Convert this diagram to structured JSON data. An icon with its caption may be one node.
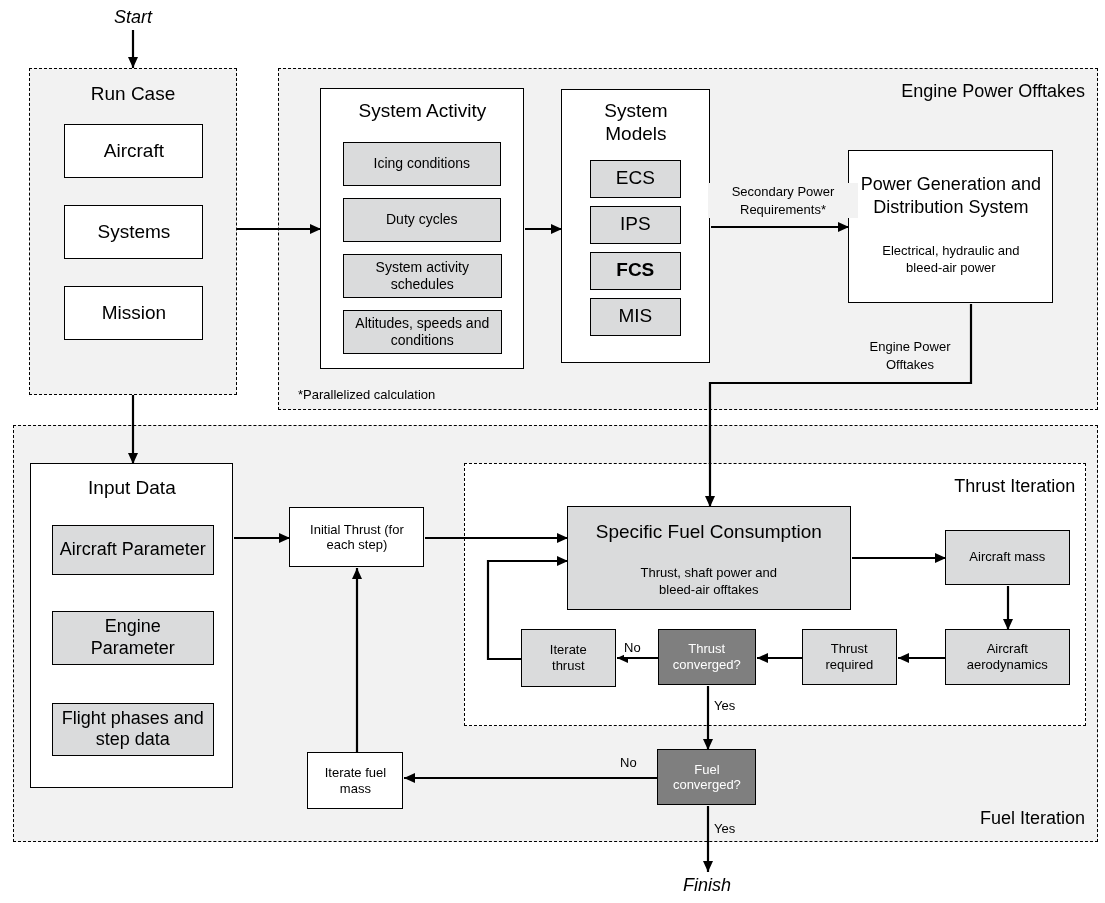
{
  "diagram": {
    "nodes": [
      {
        "text": [
          "Start"
        ]
      },
      {
        "text": [
          "Run Case"
        ]
      },
      {
        "text": [
          "Aircraft"
        ],
        "in": 1
      },
      {
        "text": [
          "Systems"
        ],
        "in": 1
      },
      {
        "text": [
          "Mission"
        ],
        "in": 1
      },
      {
        "text": [
          "Engine Power Offtakes",
          "*Parallelized calculation"
        ]
      },
      {
        "text": [
          "System Activity"
        ],
        "in": 5
      },
      {
        "text": [
          "Icing conditions"
        ],
        "in": 6
      },
      {
        "text": [
          "Duty cycles"
        ],
        "in": 6
      },
      {
        "text": [
          "System activity schedules"
        ],
        "in": 6
      },
      {
        "text": [
          "Altitudes, speeds and conditions"
        ],
        "in": 6
      },
      {
        "text": [
          "System Models"
        ],
        "in": 5
      },
      {
        "text": [
          "ECS"
        ],
        "in": 11
      },
      {
        "text": [
          "IPS"
        ],
        "in": 11
      },
      {
        "text": [
          "FCS"
        ],
        "in": 11
      },
      {
        "text": [
          "MIS"
        ],
        "in": 11
      },
      {
        "text": [
          "Power Generation and Distribution System",
          "Electrical, hydraulic and bleed-air power"
        ],
        "in": 5
      },
      {
        "text": [
          "Fuel Iteration"
        ]
      },
      {
        "text": [
          "Input Data"
        ],
        "in": 17
      },
      {
        "text": [
          "Aircraft Parameter"
        ],
        "in": 18
      },
      {
        "text": [
          "Engine Parameter"
        ],
        "in": 18
      },
      {
        "text": [
          "Flight phases and step data"
        ],
        "in": 18
      },
      {
        "text": [
          "Initial Thrust (for each step)"
        ],
        "in": 17
      },
      {
        "text": [
          "Thrust Iteration"
        ],
        "in": 17
      },
      {
        "text": [
          "Specific Fuel Consumption",
          "Thrust, shaft power and bleed-air offtakes"
        ],
        "in": 23
      },
      {
        "text": [
          "Aircraft mass"
        ],
        "in": 23
      },
      {
        "text": [
          "Aircraft aerodynamics"
        ],
        "in": 23
      },
      {
        "text": [
          "Thrust required"
        ],
        "in": 23
      },
      {
        "text": [
          "Thrust converged?"
        ],
        "in": 23
      },
      {
        "text": [
          "Iterate thrust"
        ],
        "in": 23
      },
      {
        "text": [
          "Fuel converged?"
        ],
        "in": 17
      },
      {
        "text": [
          "Iterate fuel mass"
        ],
        "in": 17
      },
      {
        "text": [
          "Finish"
        ]
      }
    ],
    "edges": [
      {
        "from": 0,
        "to": 1,
        "arrow": "to"
      },
      {
        "from": 1,
        "to": 6,
        "arrow": "to"
      },
      {
        "from": 6,
        "to": 11,
        "arrow": "to"
      },
      {
        "from": 11,
        "to": 16,
        "arrow": "to",
        "label": "Secondary Power Requirements*"
      },
      {
        "from": 16,
        "to": 24,
        "arrow": "to",
        "label": "Engine Power Offtakes"
      },
      {
        "from": 1,
        "to": 18,
        "arrow": "to"
      },
      {
        "from": 18,
        "to": 22,
        "arrow": "to"
      },
      {
        "from": 22,
        "to": 24,
        "arrow": "to"
      },
      {
        "from": 29,
        "to": 24,
        "arrow": "to"
      },
      {
        "from": 24,
        "to": 25,
        "arrow": "to"
      },
      {
        "from": 25,
        "to": 26,
        "arrow": "to"
      },
      {
        "from": 26,
        "to": 27,
        "arrow": "to"
      },
      {
        "from": 27,
        "to": 28,
        "arrow": "to"
      },
      {
        "from": 28,
        "to": 29,
        "arrow": "to",
        "label": "No"
      },
      {
        "from": 28,
        "to": 30,
        "arrow": "to",
        "label": "Yes"
      },
      {
        "from": 30,
        "to": 31,
        "arrow": "to",
        "label": "No"
      },
      {
        "from": 30,
        "to": 32,
        "arrow": "to",
        "label": "Yes"
      },
      {
        "from": 31,
        "to": 22,
        "arrow": "to"
      }
    ]
  }
}
